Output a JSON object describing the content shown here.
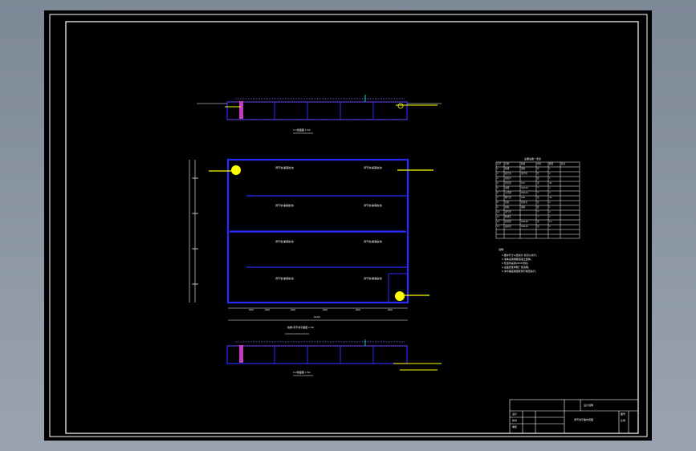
{
  "drawing": {
    "sheet_color": "#000000",
    "frame_color": "#ffffff",
    "pipe_color": "#2a2aff",
    "wall_color": "#ff2a2a",
    "accent_yellow": "#ffff00",
    "accent_magenta": "#ff00ff",
    "accent_cyan": "#00ffff"
  },
  "section_top": {
    "caption": "1-1剖面图 1:50"
  },
  "plan": {
    "caption": "格栅-调节池平面图 1:50",
    "room_labels": [
      "调节池(兼事故池)",
      "调节池(兼事故池)",
      "调节池(兼事故池)",
      "调节池(兼事故池)",
      "调节池(兼事故池)",
      "调节池(兼事故池)",
      "调节池(兼事故池)",
      "调节池(兼事故池)"
    ],
    "dims_bottom": [
      "600",
      "900",
      "900",
      "900",
      "900",
      "900"
    ],
    "dims_left": [
      "3000",
      "3000",
      "3000",
      "3000"
    ],
    "total_dim": "5100"
  },
  "section_bottom": {
    "caption": "2-2剖面图 1:50"
  },
  "table": {
    "title": "主要设备一览表",
    "headers": [
      "序号",
      "名称",
      "规格",
      "单位",
      "数量",
      "备注"
    ],
    "rows": [
      [
        "1",
        "格栅",
        "钢制",
        "台",
        "1",
        ""
      ],
      [
        "2",
        "提升泵",
        "潜污泵",
        "台",
        "2",
        ""
      ],
      [
        "3",
        "液位计",
        "",
        "套",
        "1",
        ""
      ],
      [
        "4",
        "穿孔管",
        "PVC",
        "米",
        "40",
        ""
      ],
      [
        "5",
        "闸阀",
        "DN100",
        "个",
        "2",
        ""
      ],
      [
        "6",
        "止回阀",
        "DN100",
        "个",
        "2",
        ""
      ],
      [
        "7",
        "曝气管",
        "ABS",
        "米",
        "30",
        ""
      ],
      [
        "8",
        "风机",
        "回转式",
        "台",
        "2",
        ""
      ],
      [
        "9",
        "爬梯",
        "钢制",
        "套",
        "1",
        ""
      ],
      [
        "10",
        "通气管",
        "",
        "个",
        "2",
        ""
      ],
      [
        "11",
        "检修孔",
        "",
        "个",
        "2",
        ""
      ],
      [
        "12",
        "排泥管",
        "DN100",
        "米",
        "10",
        ""
      ],
      [
        "13",
        "进水管",
        "DN150",
        "米",
        "5",
        ""
      ]
    ]
  },
  "notes": {
    "title": "说明:",
    "lines": [
      "1.图中尺寸以毫米计,标高以米计。",
      "2.池体采用钢筋混凝土结构。",
      "3.管道均采用UPVC管材。",
      "4.设备安装参照厂家说明。",
      "5.未尽事宜按国家现行规范执行。"
    ]
  },
  "title_block": {
    "drawing_name": "调节池平面布置图",
    "school": "设计说明",
    "rows": [
      "设计",
      "校对",
      "审核"
    ],
    "sheet": "图号",
    "scale": "比例"
  }
}
